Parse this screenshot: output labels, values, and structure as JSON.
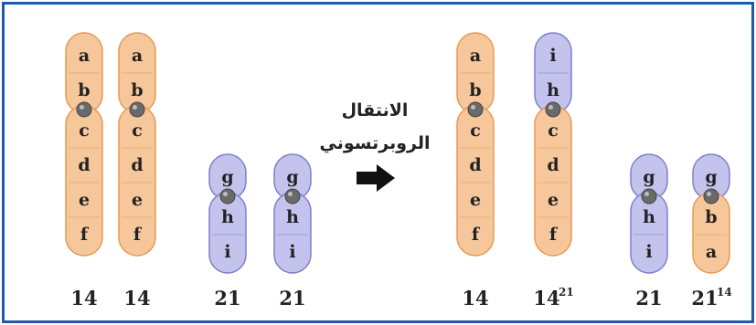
{
  "colors": {
    "orange_fill": "#f7c79c",
    "orange_stroke": "#e59a55",
    "purple_fill": "#c3c3ee",
    "purple_stroke": "#7f7fc9",
    "centromere": "#6a6a6a",
    "frame": "#1d5aa8"
  },
  "annotation": {
    "line1": "الانتقال",
    "line2": "الروبرتسوني",
    "arrow_icon": "right-arrow-icon"
  },
  "chromosomes": [
    {
      "label": "14",
      "sup": "",
      "top_bands": [
        "a",
        "b"
      ],
      "bottom_bands": [
        "c",
        "d",
        "e",
        "f"
      ],
      "top_color": "orange",
      "bottom_color": "orange"
    },
    {
      "label": "14",
      "sup": "",
      "top_bands": [
        "a",
        "b"
      ],
      "bottom_bands": [
        "c",
        "d",
        "e",
        "f"
      ],
      "top_color": "orange",
      "bottom_color": "orange"
    },
    {
      "label": "21",
      "sup": "",
      "top_bands": [
        "g"
      ],
      "bottom_bands": [
        "h",
        "i"
      ],
      "top_color": "purple",
      "bottom_color": "purple"
    },
    {
      "label": "21",
      "sup": "",
      "top_bands": [
        "g"
      ],
      "bottom_bands": [
        "h",
        "i"
      ],
      "top_color": "purple",
      "bottom_color": "purple"
    },
    {
      "label": "14",
      "sup": "",
      "top_bands": [
        "a",
        "b"
      ],
      "bottom_bands": [
        "c",
        "d",
        "e",
        "f"
      ],
      "top_color": "orange",
      "bottom_color": "orange"
    },
    {
      "label": "14",
      "sup": "21",
      "top_bands": [
        "i",
        "h"
      ],
      "bottom_bands": [
        "c",
        "d",
        "e",
        "f"
      ],
      "top_color": "purple",
      "bottom_color": "orange"
    },
    {
      "label": "21",
      "sup": "",
      "top_bands": [
        "g"
      ],
      "bottom_bands": [
        "h",
        "i"
      ],
      "top_color": "purple",
      "bottom_color": "purple"
    },
    {
      "label": "21",
      "sup": "14",
      "top_bands": [
        "g"
      ],
      "bottom_bands": [
        "b",
        "a"
      ],
      "top_color": "purple",
      "bottom_color": "orange"
    }
  ]
}
